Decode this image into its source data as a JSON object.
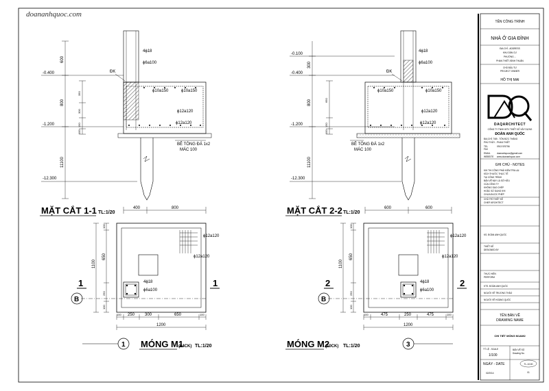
{
  "watermark": "doananhquoc.com",
  "sec11": {
    "title": "MẶT CẮT 1-1",
    "scale": "TL:1/20",
    "levels": [
      "-0.400",
      "-1.200",
      "-12.300"
    ],
    "dims_left": [
      "600",
      "800",
      "11100"
    ],
    "dims_inner": [
      "350",
      "300",
      "150",
      "100"
    ],
    "rebar": [
      "4ϕ18",
      "ϕ6a100",
      "ϕ10a150",
      "ϕ10a150",
      "ϕ12a120",
      "ϕ12a120"
    ],
    "dk": "ĐK",
    "concrete": [
      "BÊ TÔNG ĐÁ 1x2",
      "MÁC 100"
    ],
    "dims_bottom": [
      "400",
      "800"
    ]
  },
  "sec22": {
    "title": "MẶT CẮT 2-2",
    "scale": "TL:1/20",
    "levels": [
      "-0.100",
      "-0.400",
      "-1.200",
      "-12.300"
    ],
    "dims_left": [
      "300",
      "800",
      "11100"
    ],
    "dims_inner": [
      "650",
      "150",
      "100"
    ],
    "rebar": [
      "4ϕ18",
      "ϕ6a100",
      "ϕ10a150",
      "ϕ10a150",
      "ϕ12a120",
      "ϕ12a120"
    ],
    "dk": "ĐK",
    "concrete": [
      "BÊ TÔNG ĐÁ 1x2",
      "MÁC 100"
    ],
    "dims_bottom": [
      "600",
      "600"
    ]
  },
  "m1": {
    "title": "MÓNG M1",
    "sub": "(04CK)",
    "scale": "TL:1/20",
    "num": "1",
    "cut": "1",
    "grid": "B",
    "rebar": [
      "ϕ12a120",
      "ϕ12a120",
      "4ϕ18",
      "ϕ6a100"
    ],
    "dims_left": [
      "100",
      "1100",
      "650",
      "250",
      "100"
    ],
    "dims_bottom": [
      "100",
      "250",
      "300",
      "650",
      "100"
    ],
    "total": "1200"
  },
  "m2": {
    "title": "MÓNG M2",
    "sub": "(10CK)",
    "scale": "TL:1/20",
    "num": "3",
    "cut": "2",
    "grid": "B",
    "rebar": [
      "ϕ12a120",
      "ϕ12a120",
      "4ϕ18",
      "ϕ6a100"
    ],
    "dims_left": [
      "100",
      "1100",
      "650",
      "250",
      "100"
    ],
    "dims_bottom": [
      "100",
      "475",
      "250",
      "475",
      "100"
    ],
    "total": "1200"
  },
  "titleblock": {
    "project_label": "TÊN CÔNG TRÌNH",
    "project": "NHÀ Ở GIA ĐÌNH",
    "address_label": "ĐỊA CHỈ - ADDRESS",
    "address": [
      "KHU DÂN CƯ",
      "PHƯỜNG ...",
      "PHAN THIẾT, BÌNH THUẬN"
    ],
    "owner_label": "CHỦ ĐẦU TƯ",
    "owner_label2": "PROJECT OWNER",
    "owner": "HỒ THỊ MAI",
    "brand": "DAQARCHITECT",
    "company": [
      "CÔNG TY TNHH MTV THIẾT KẾ XÂY DỰNG"
    ],
    "company_name": "ĐOÀN ANH QUỐC",
    "company_info": [
      "ĐỊA CHỈ: 7/89 - TÔN ĐỨC THẮNG",
      "PHÚ THỦY - PHAN THIẾT"
    ],
    "contact": [
      "TEL",
      "FAX",
      "EMAIL",
      "WEBSITE"
    ],
    "contact_vals": [
      "0913 576756",
      "",
      "doananhquoc@gmail.com",
      "www.doananhquoc.com"
    ],
    "notes_label": "GHI CHÚ - NOTES",
    "notes": [
      "KHI THI CÔNG PHẢI KIỂM TRA LẠI",
      "KÍCH THƯỚC THỰC TẾ",
      "TẠI CÔNG TRÌNH",
      "BẢN VẼ NÀY LÀ SỞ HỮU",
      "CỦA CÔNG TY",
      "KHÔNG SAO CHÉP",
      "HOẶC SỬ DỤNG KHI",
      "CHƯA ĐƯỢC PHÉP"
    ],
    "chief_label": [
      "CHỦ TRÌ THIẾT KẾ",
      "CHIEF ARCHITECT"
    ],
    "chief": "KS. ĐOÀN ANH QUỐC",
    "designer_label": [
      "THIẾT KẾ",
      "DESIGNED BY"
    ],
    "check_label": [
      "THỰC HIỆN",
      "PERFORM"
    ],
    "check": "KTS. ĐOÀN ANH QUỐC",
    "draw1": "NGƯỜI VẼ TRƯƠNG THÀO",
    "draw2": "NGƯỜI VẼ HOÀNG QUỐC",
    "drawing_label": [
      "TÊN BẢN VẼ",
      "DRAWING NAME"
    ],
    "drawing": "CHI TIẾT MÓNG M1&M2",
    "scale_label": "TỶ LỆ - SCALE",
    "scale": "1/100",
    "no_label": [
      "BẢN VẼ SỐ",
      "Drawing No."
    ],
    "no": "TL-1/100",
    "date_label": "NGÀY - DATE",
    "date": "02/2014",
    "sheet": "01"
  }
}
